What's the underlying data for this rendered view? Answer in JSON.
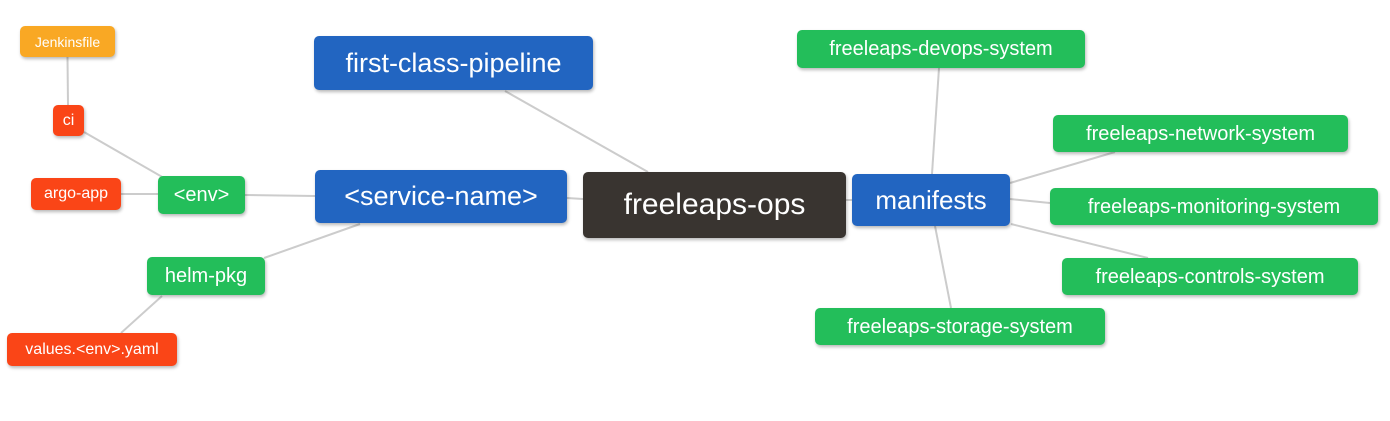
{
  "mindmap": {
    "colors": {
      "root_bg": "#393430",
      "branch_blue": "#2265C1",
      "leaf_green": "#23BE5A",
      "leaf_red": "#FA4517",
      "leaf_orange": "#F9A824",
      "connector": "#CCCCCC",
      "node_text": "#FFFFFF",
      "canvas_bg": "#FFFFFF"
    },
    "root": {
      "label": "freeleaps-ops"
    },
    "nodes": {
      "first_class_pipeline": {
        "label": "first-class-pipeline"
      },
      "service_name": {
        "label": "<service-name>"
      },
      "env": {
        "label": "<env>"
      },
      "ci": {
        "label": "ci"
      },
      "jenkinsfile": {
        "label": "Jenkinsfile"
      },
      "argo_app": {
        "label": "argo-app"
      },
      "helm_pkg": {
        "label": "helm-pkg"
      },
      "values_env_yaml": {
        "label": "values.<env>.yaml"
      },
      "manifests": {
        "label": "manifests"
      },
      "devops_system": {
        "label": "freeleaps-devops-system"
      },
      "network_system": {
        "label": "freeleaps-network-system"
      },
      "monitoring_system": {
        "label": "freeleaps-monitoring-system"
      },
      "controls_system": {
        "label": "freeleaps-controls-system"
      },
      "storage_system": {
        "label": "freeleaps-storage-system"
      }
    },
    "edges": [
      [
        "freeleaps-ops",
        "first-class-pipeline"
      ],
      [
        "freeleaps-ops",
        "<service-name>"
      ],
      [
        "freeleaps-ops",
        "manifests"
      ],
      [
        "<service-name>",
        "<env>"
      ],
      [
        "<service-name>",
        "helm-pkg"
      ],
      [
        "<env>",
        "ci"
      ],
      [
        "<env>",
        "argo-app"
      ],
      [
        "ci",
        "Jenkinsfile"
      ],
      [
        "helm-pkg",
        "values.<env>.yaml"
      ],
      [
        "manifests",
        "freeleaps-devops-system"
      ],
      [
        "manifests",
        "freeleaps-network-system"
      ],
      [
        "manifests",
        "freeleaps-monitoring-system"
      ],
      [
        "manifests",
        "freeleaps-controls-system"
      ],
      [
        "manifests",
        "freeleaps-storage-system"
      ]
    ]
  }
}
